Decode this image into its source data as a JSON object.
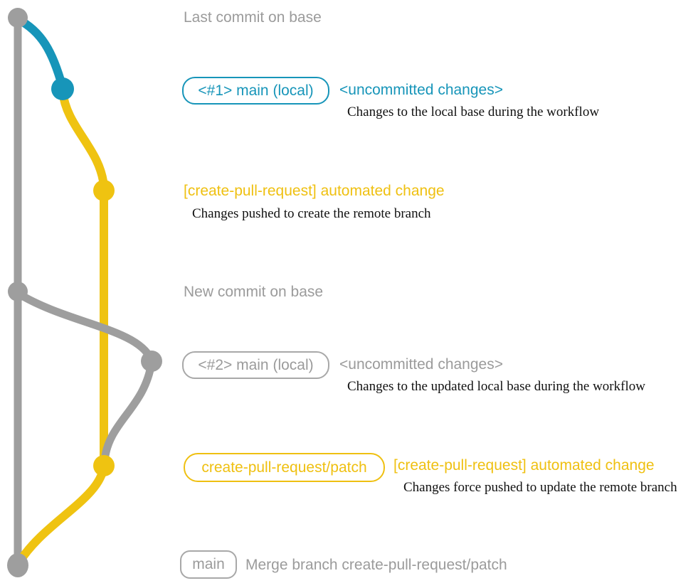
{
  "diagram": {
    "kind": "git-branch-workflow-diagram",
    "colors": {
      "base_branch_gray": "#9e9e9e",
      "local_changes_blue": "#1795b9",
      "pr_branch_yellow": "#efc311",
      "caption_black": "#111111"
    },
    "events": {
      "last_commit": {
        "label": "Last commit on base"
      },
      "local1": {
        "badge": "<#1> main (local)",
        "status": "<uncommitted changes>",
        "caption": "Changes to the local base during the workflow"
      },
      "push1": {
        "label": "[create-pull-request] automated change",
        "caption": "Changes pushed to create the remote branch"
      },
      "new_commit": {
        "label": "New commit on base"
      },
      "local2": {
        "badge": "<#2> main (local)",
        "status": "<uncommitted changes>",
        "caption": "Changes to the updated local base during the workflow"
      },
      "push2": {
        "badge": "create-pull-request/patch",
        "label": "[create-pull-request] automated change",
        "caption": "Changes force pushed to update the remote branch"
      },
      "merge": {
        "badge": "main",
        "label": "Merge branch create-pull-request/patch"
      }
    }
  }
}
